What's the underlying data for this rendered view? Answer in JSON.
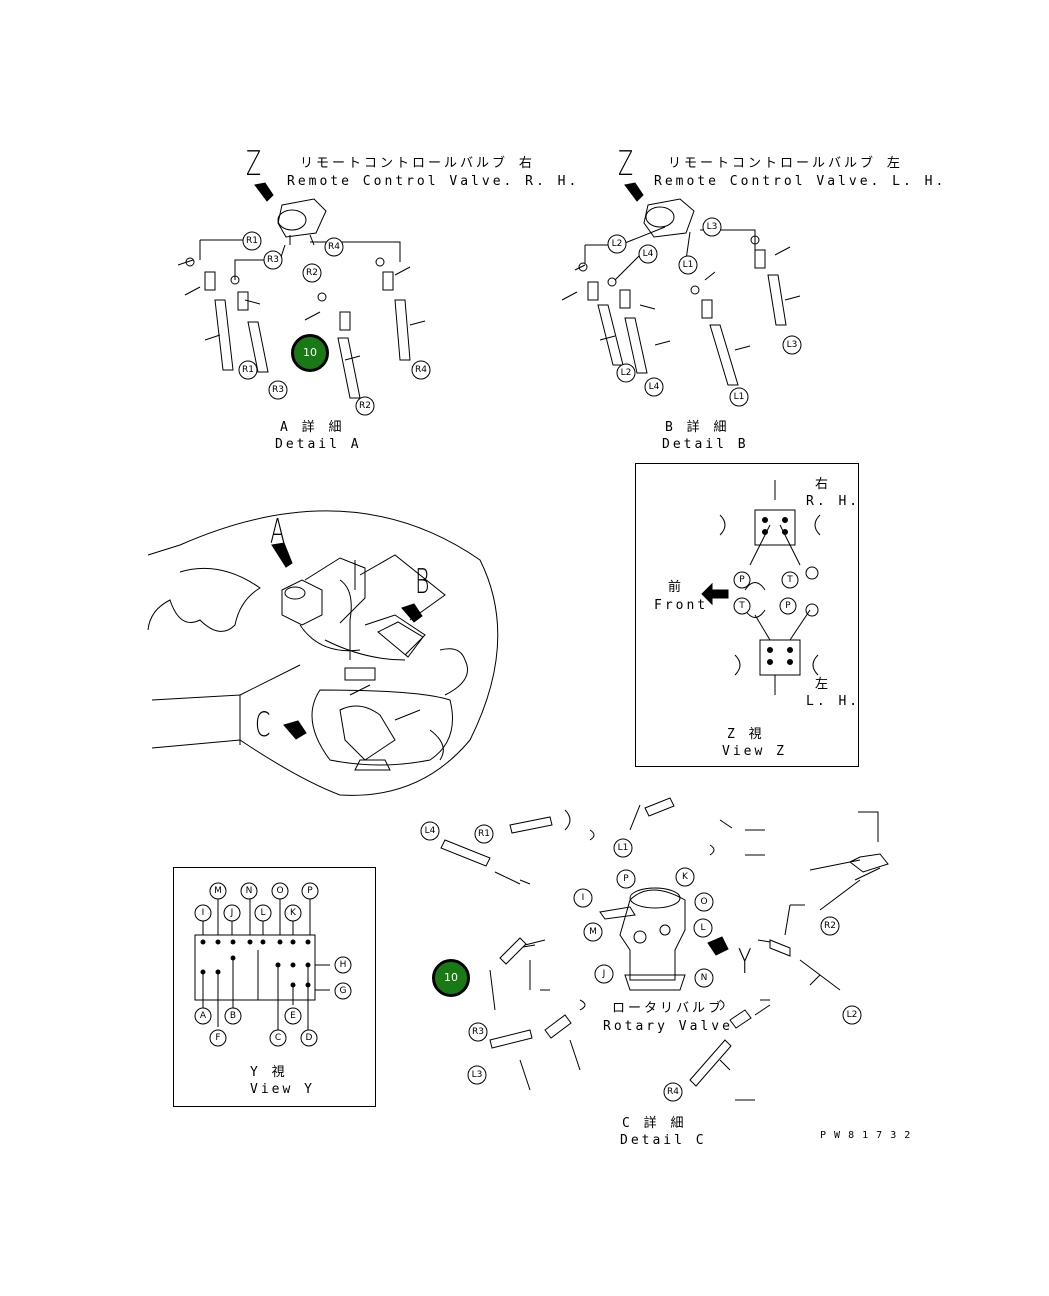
{
  "detail_a": {
    "view_letter": "Z",
    "title_jp": "リモートコントロールバルブ 右",
    "title_en": "Remote Control Valve. R. H.",
    "caption_jp": "A 詳 細",
    "caption_en": "Detail A",
    "port_labels": [
      "R1",
      "R3",
      "R4",
      "R2",
      "R1",
      "R3",
      "R2",
      "R4"
    ]
  },
  "detail_b": {
    "view_letter": "Z",
    "title_jp": "リモートコントロールバルブ 左",
    "title_en": "Remote Control Valve. L. H.",
    "caption_jp": "B 詳 細",
    "caption_en": "Detail B",
    "port_labels": [
      "L3",
      "L2",
      "L4",
      "L1",
      "L3",
      "L2",
      "L4",
      "L1"
    ]
  },
  "main_view": {
    "arrow_a": "A",
    "arrow_b": "B",
    "arrow_c": "C"
  },
  "view_z": {
    "rh_jp": "右",
    "rh_en": "R. H.",
    "front_jp": "前",
    "front_en": "Front",
    "lh_jp": "左",
    "lh_en": "L. H.",
    "port_p": "P",
    "port_t": "T",
    "caption_jp": "Z 視",
    "caption_en": "View Z"
  },
  "view_y": {
    "top_labels": [
      "M",
      "N",
      "O",
      "P"
    ],
    "second_labels": [
      "I",
      "J",
      "L",
      "K"
    ],
    "right_labels": [
      "H",
      "G"
    ],
    "bottom_labels": [
      "A",
      "B",
      "C",
      "E",
      "D"
    ],
    "lower_labels": [
      "F"
    ],
    "caption_jp": "Y 視",
    "caption_en": "View Y"
  },
  "detail_c": {
    "view_letter": "Y",
    "rotary_jp": "ロータリバルブ",
    "rotary_en": "Rotary Valve",
    "caption_jp": "C 詳 細",
    "caption_en": "Detail C",
    "hose_labels": [
      "L4",
      "R1",
      "L1",
      "R2",
      "R3",
      "L2",
      "L3",
      "R4"
    ],
    "port_labels": [
      "I",
      "P",
      "K",
      "O",
      "M",
      "L",
      "N",
      "J"
    ]
  },
  "hotspots": [
    {
      "label": "10"
    },
    {
      "label": "10"
    }
  ],
  "drawing_no": "P W 8 1 7 3 2"
}
